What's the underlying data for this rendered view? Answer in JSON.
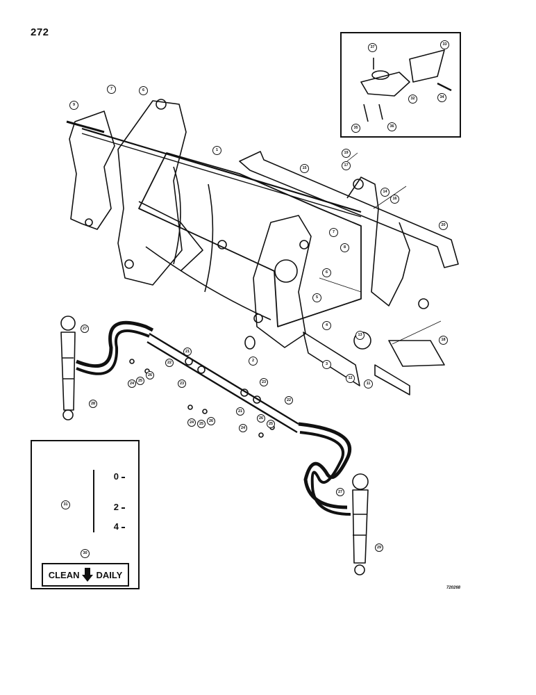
{
  "page": {
    "number": "272",
    "drawing_ref": "720268"
  },
  "legend": {
    "scale_marks": [
      "0",
      "2",
      "4"
    ],
    "sign_left": "CLEAN",
    "sign_right": "DAILY"
  },
  "callouts": {
    "inset": [
      "37",
      "33",
      "32",
      "34",
      "35",
      "36"
    ],
    "main": [
      "9",
      "7",
      "6",
      "1",
      "19",
      "15",
      "17",
      "14",
      "16",
      "20",
      "7",
      "8",
      "6",
      "5",
      "4",
      "3",
      "2",
      "12",
      "18",
      "11",
      "13"
    ],
    "hydraulics": [
      "27",
      "21",
      "22",
      "25",
      "26",
      "24",
      "23",
      "23",
      "21",
      "22",
      "26",
      "25",
      "24",
      "28",
      "27",
      "29",
      "24",
      "25",
      "26"
    ],
    "legend": [
      "31",
      "30"
    ]
  },
  "icons": [
    "arrow-down-icon"
  ]
}
